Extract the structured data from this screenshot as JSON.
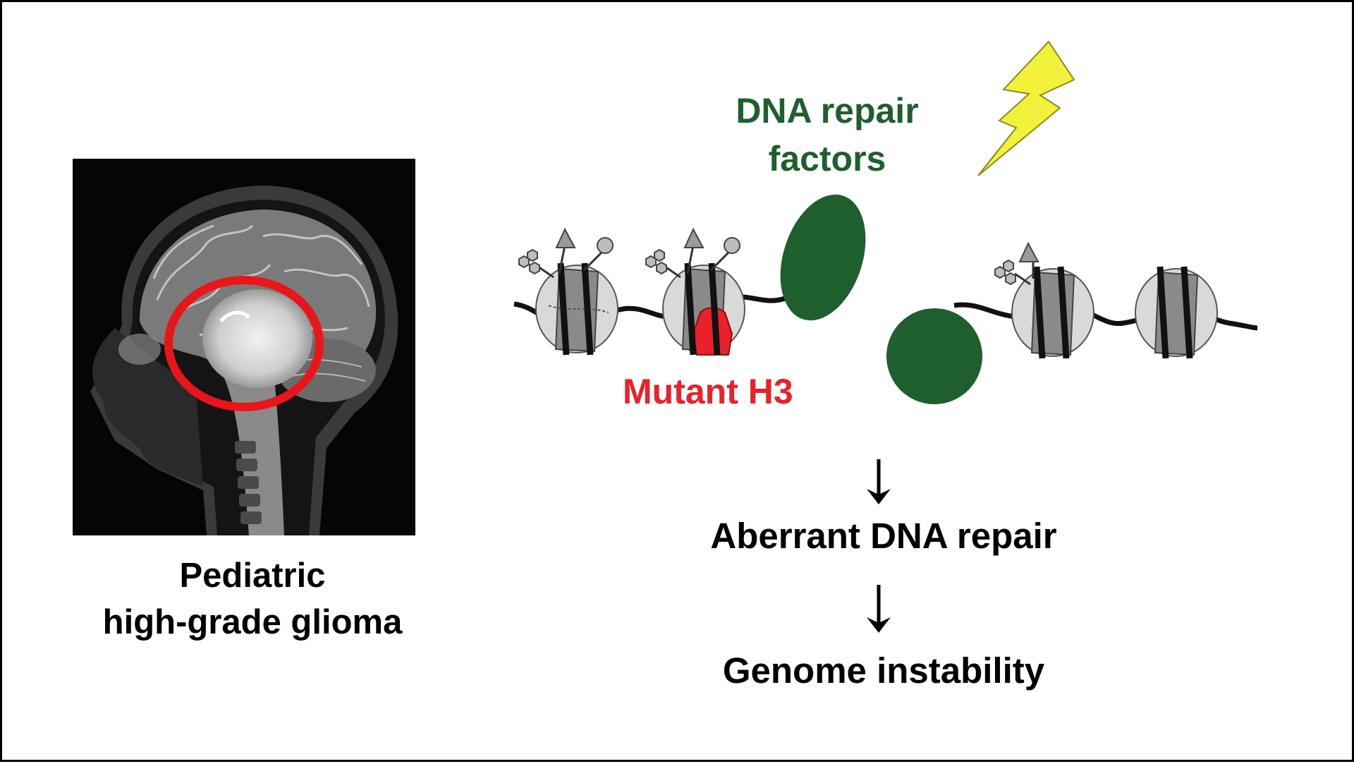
{
  "mri": {
    "caption_line1": "Pediatric",
    "caption_line2": "high-grade glioma",
    "highlight_color": "#e8151b"
  },
  "diagram": {
    "repair_label_line1": "DNA repair",
    "repair_label_line2": "factors",
    "mutant_label": "Mutant H3",
    "outcome_1": "Aberrant DNA repair",
    "outcome_2": "Genome instability",
    "colors": {
      "repair_factor": "#1f5e2d",
      "mutant": "#e8212a",
      "lightning": "#f2f23c",
      "histone_dark": "#8a8a8a",
      "histone_light": "#d9d9d9"
    }
  }
}
